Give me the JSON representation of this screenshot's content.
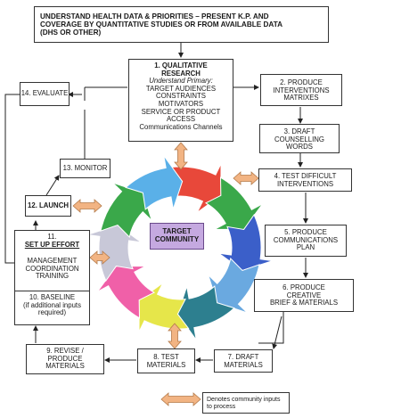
{
  "header": {
    "lines": [
      "UNDERSTAND HEALTH DATA & PRIORITIES – PRESENT K.P. AND",
      "COVERAGE BY QUANTITATIVE STUDIES OR FROM AVAILABLE DATA",
      "(DHS OR OTHER)"
    ]
  },
  "steps": {
    "s1": {
      "title": [
        "1. QUALITATIVE",
        "RESEARCH"
      ],
      "subtitle": "Understand Primary:",
      "items": [
        "TARGET AUDIENCES",
        "CONSTRAINTS",
        "MOTIVATORS",
        "SERVICE OR PRODUCT",
        "ACCESS",
        "Communications Channels"
      ]
    },
    "s2": [
      "2.    PRODUCE",
      "INTERVENTIONS",
      "MATRIXES"
    ],
    "s3": [
      "3.    DRAFT",
      "COUNSELLING",
      "WORDS"
    ],
    "s4": [
      "4.  TEST DIFFICULT",
      "INTERVENTIONS"
    ],
    "s5": [
      "5.    PRODUCE",
      "COMMUNICATIONS",
      "PLAN"
    ],
    "s6": [
      "6.    PRODUCE",
      "CREATIVE",
      "BRIEF & MATERIALS"
    ],
    "s7": [
      "7.    DRAFT",
      "MATERIALS"
    ],
    "s8": [
      "8.    TEST",
      "MATERIALS"
    ],
    "s9": [
      "9.   REVISE /",
      "PRODUCE",
      "MATERIALS"
    ],
    "s10": [
      "10.  BASELINE",
      "(if additional inputs",
      "required)"
    ],
    "s11": {
      "title": "SET UP EFFORT",
      "num": "11.",
      "items": [
        "MANAGEMENT",
        "COORDINATION",
        "TRAINING"
      ]
    },
    "s12": "12.  LAUNCH",
    "s13": "13.    MONITOR",
    "s14": "14.    EVALUATE"
  },
  "center": [
    "TARGET",
    "COMMUNITY"
  ],
  "legend": [
    "Denotes community inputs",
    "to process"
  ],
  "colors": {
    "wheel": [
      "#e8483a",
      "#3aa84a",
      "#3b5fc9",
      "#6aa9e0",
      "#2d7f8f",
      "#e6e64a",
      "#f060a8",
      "#c8c8d8",
      "#3aa84a",
      "#5ab0e8"
    ],
    "community_arrow": "#f2b483",
    "center_fill": "#c5a9e0"
  }
}
